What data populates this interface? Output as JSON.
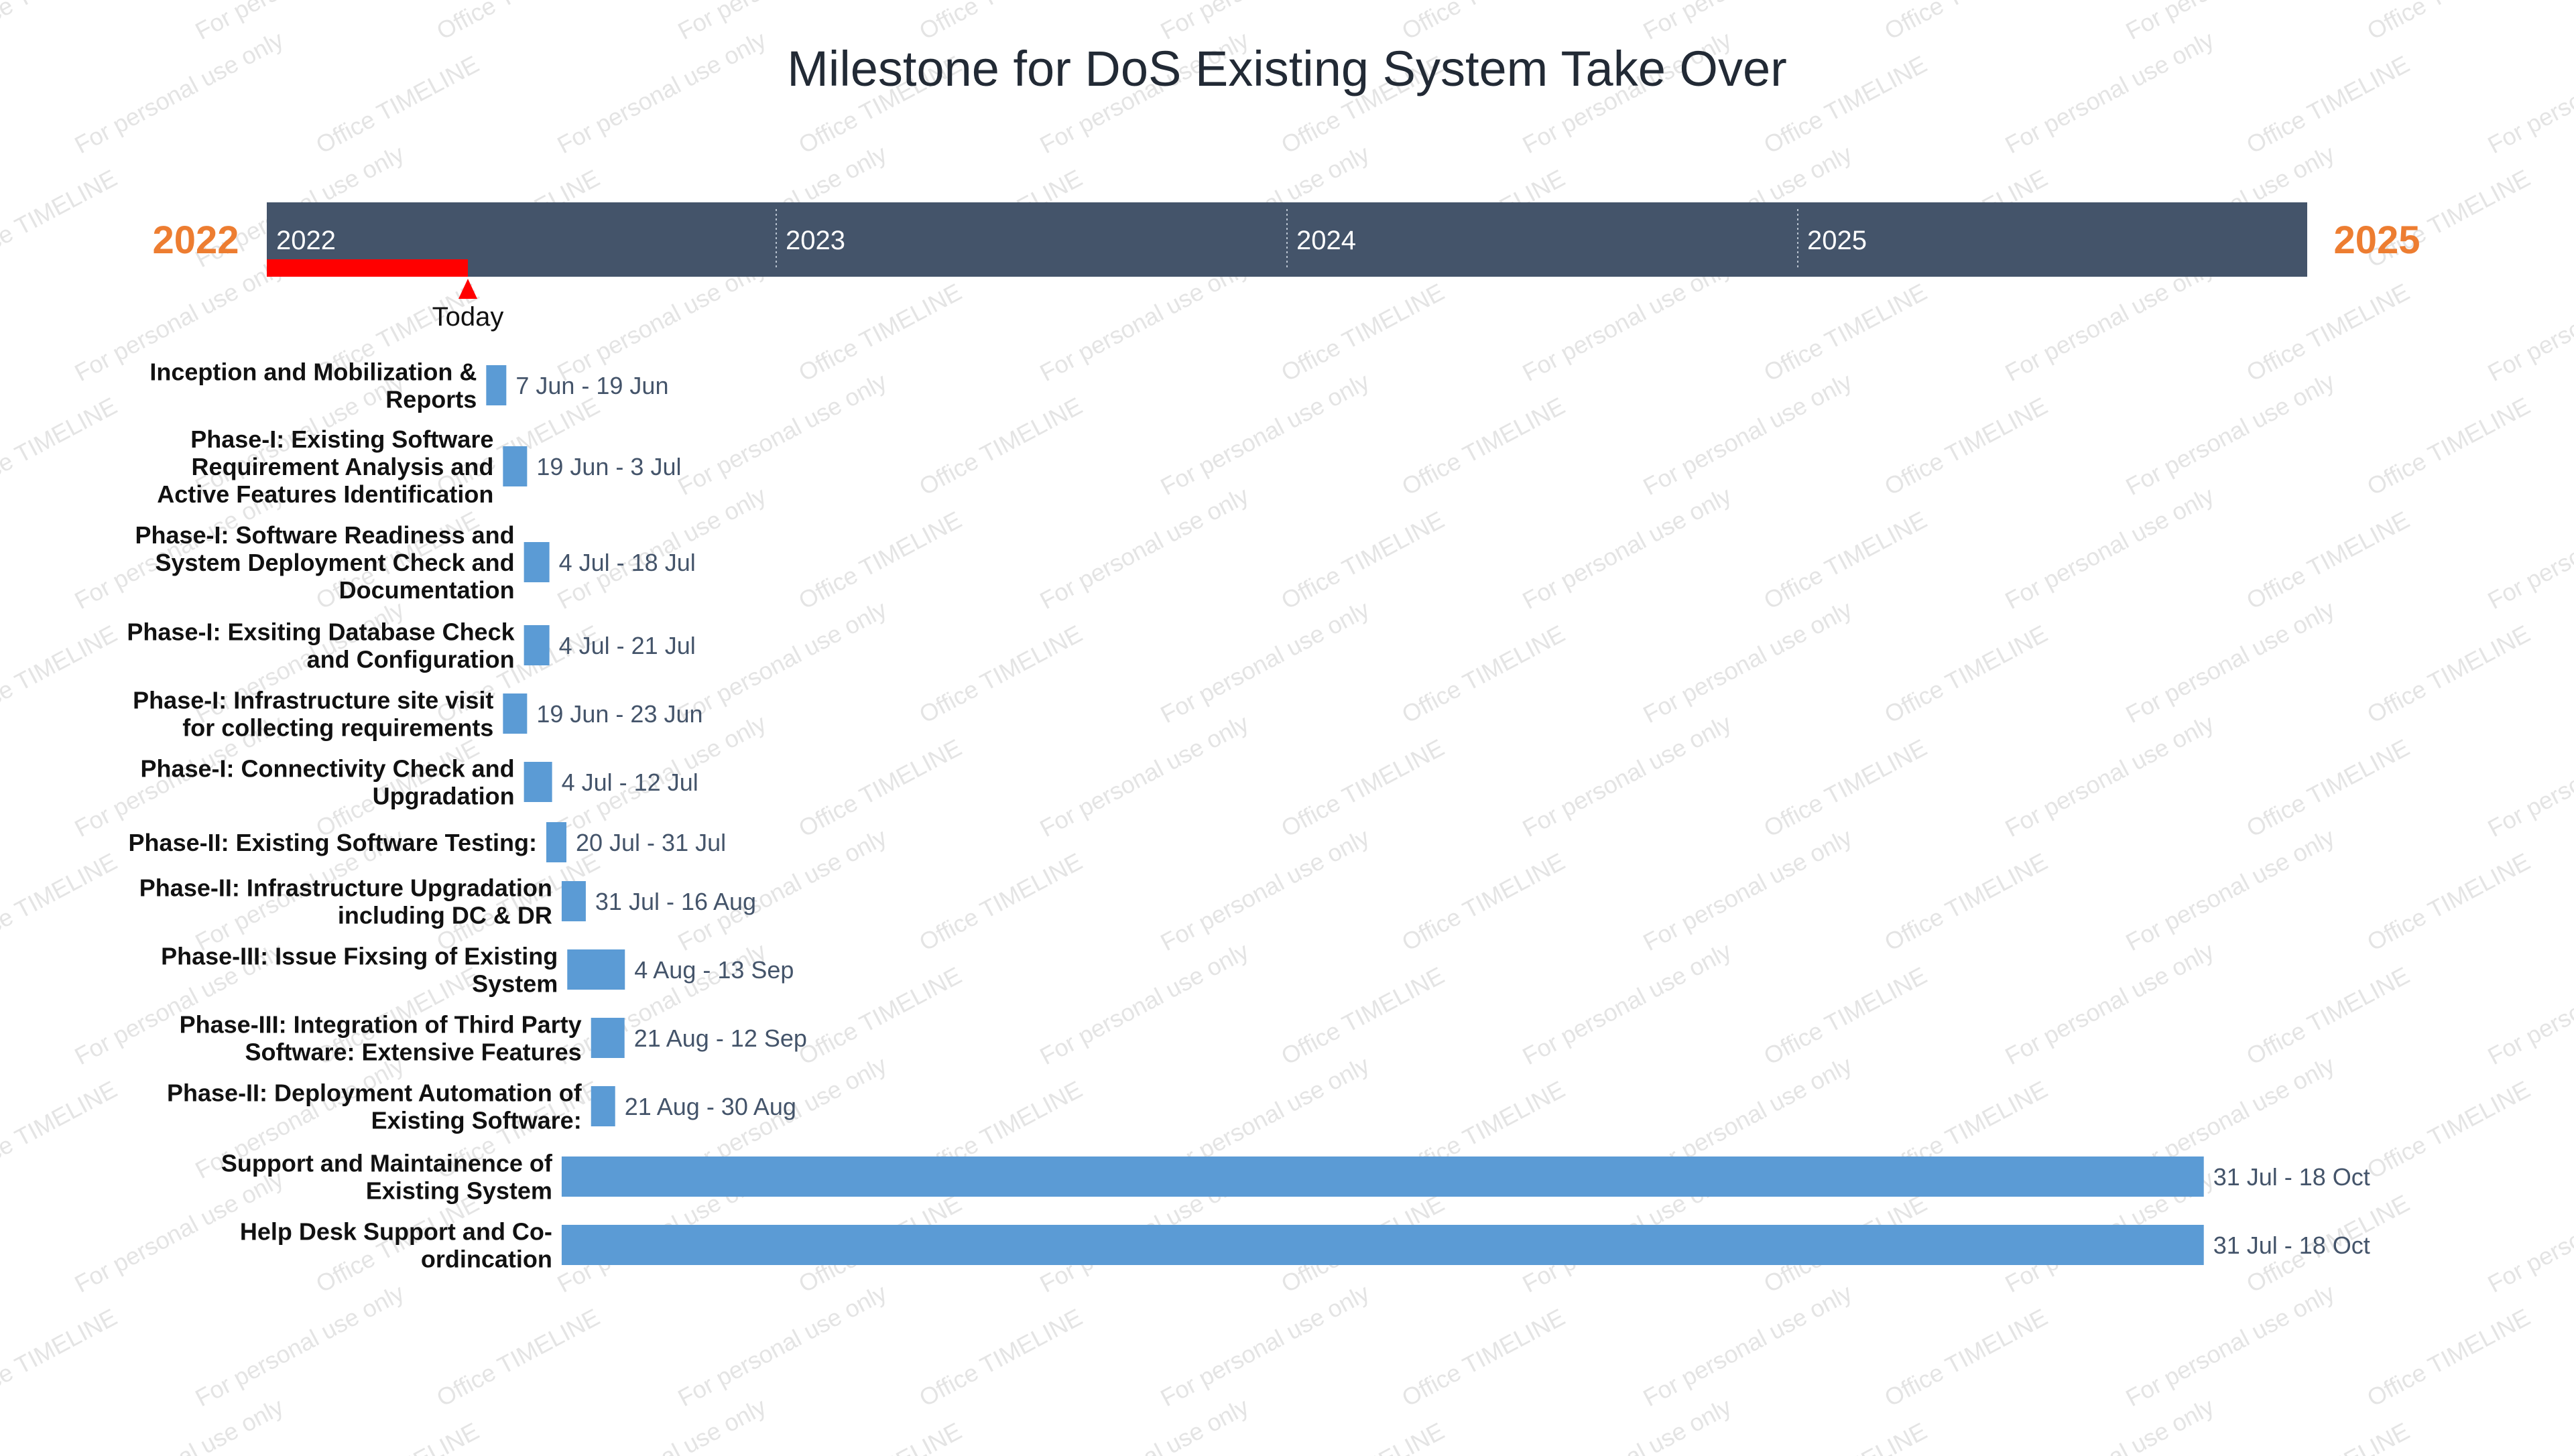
{
  "chart_data": {
    "type": "gantt",
    "title": "Milestone for DoS Existing System Take Over",
    "start_year_label": "2022",
    "end_year_label": "2025",
    "timeline_years": [
      "2022",
      "2023",
      "2024",
      "2025"
    ],
    "today": {
      "label": "Today",
      "date": "2022-06-01"
    },
    "tasks": [
      {
        "label": [
          "Inception and Mobilization &",
          "Reports"
        ],
        "start": "2022-06-07",
        "end": "2022-06-19",
        "date_label": "7 Jun - 19 Jun"
      },
      {
        "label": [
          "Phase-I: Existing Software",
          "Requirement Analysis and",
          "Active Features Identification"
        ],
        "start": "2022-06-19",
        "end": "2022-07-03",
        "date_label": "19 Jun - 3 Jul"
      },
      {
        "label": [
          "Phase-I: Software Readiness and",
          "System Deployment Check and",
          "Documentation"
        ],
        "start": "2022-07-04",
        "end": "2022-07-18",
        "date_label": "4 Jul - 18 Jul"
      },
      {
        "label": [
          "Phase-I: Exsiting Database Check",
          "and Configuration"
        ],
        "start": "2022-07-04",
        "end": "2022-07-21",
        "date_label": "4 Jul - 21 Jul"
      },
      {
        "label": [
          "Phase-I: Infrastructure site visit",
          "for collecting requirements"
        ],
        "start": "2022-06-19",
        "end": "2022-06-23",
        "date_label": "19 Jun - 23 Jun"
      },
      {
        "label": [
          "Phase-I: Connectivity Check and",
          "Upgradation"
        ],
        "start": "2022-07-04",
        "end": "2022-07-12",
        "date_label": "4 Jul - 12 Jul"
      },
      {
        "label": [
          "Phase-II: Existing Software Testing:"
        ],
        "start": "2022-07-20",
        "end": "2022-07-31",
        "date_label": "20 Jul - 31 Jul"
      },
      {
        "label": [
          "Phase-II: Infrastructure Upgradation",
          "including DC & DR"
        ],
        "start": "2022-07-31",
        "end": "2022-08-16",
        "date_label": "31 Jul - 16 Aug"
      },
      {
        "label": [
          "Phase-III: Issue Fixsing of Existing",
          "System"
        ],
        "start": "2022-08-04",
        "end": "2022-09-13",
        "date_label": "4 Aug - 13 Sep"
      },
      {
        "label": [
          "Phase-III: Integration of Third Party",
          "Software: Extensive Features"
        ],
        "start": "2022-08-21",
        "end": "2022-09-12",
        "date_label": "21 Aug - 12 Sep"
      },
      {
        "label": [
          "Phase-II: Deployment Automation of",
          "Existing Software:"
        ],
        "start": "2022-08-21",
        "end": "2022-08-30",
        "date_label": "21 Aug - 30 Aug"
      },
      {
        "label": [
          "Support and Maintainence of",
          "Existing System"
        ],
        "start": "2022-07-31",
        "end": "2025-10-18",
        "date_label": "31 Jul - 18 Oct"
      },
      {
        "label": [
          "Help Desk Support and Co-",
          "ordincation"
        ],
        "start": "2022-07-31",
        "end": "2025-10-18",
        "date_label": "31 Jul - 18 Oct"
      }
    ],
    "watermark_texts": [
      "Office TIMELINE",
      "For personal use only"
    ],
    "colors": {
      "band": "#44546a",
      "year_accent": "#ed7d31",
      "today": "#ff0000",
      "bar": "#5b9bd5",
      "date_text": "#44546a",
      "label_text": "#111111"
    }
  }
}
